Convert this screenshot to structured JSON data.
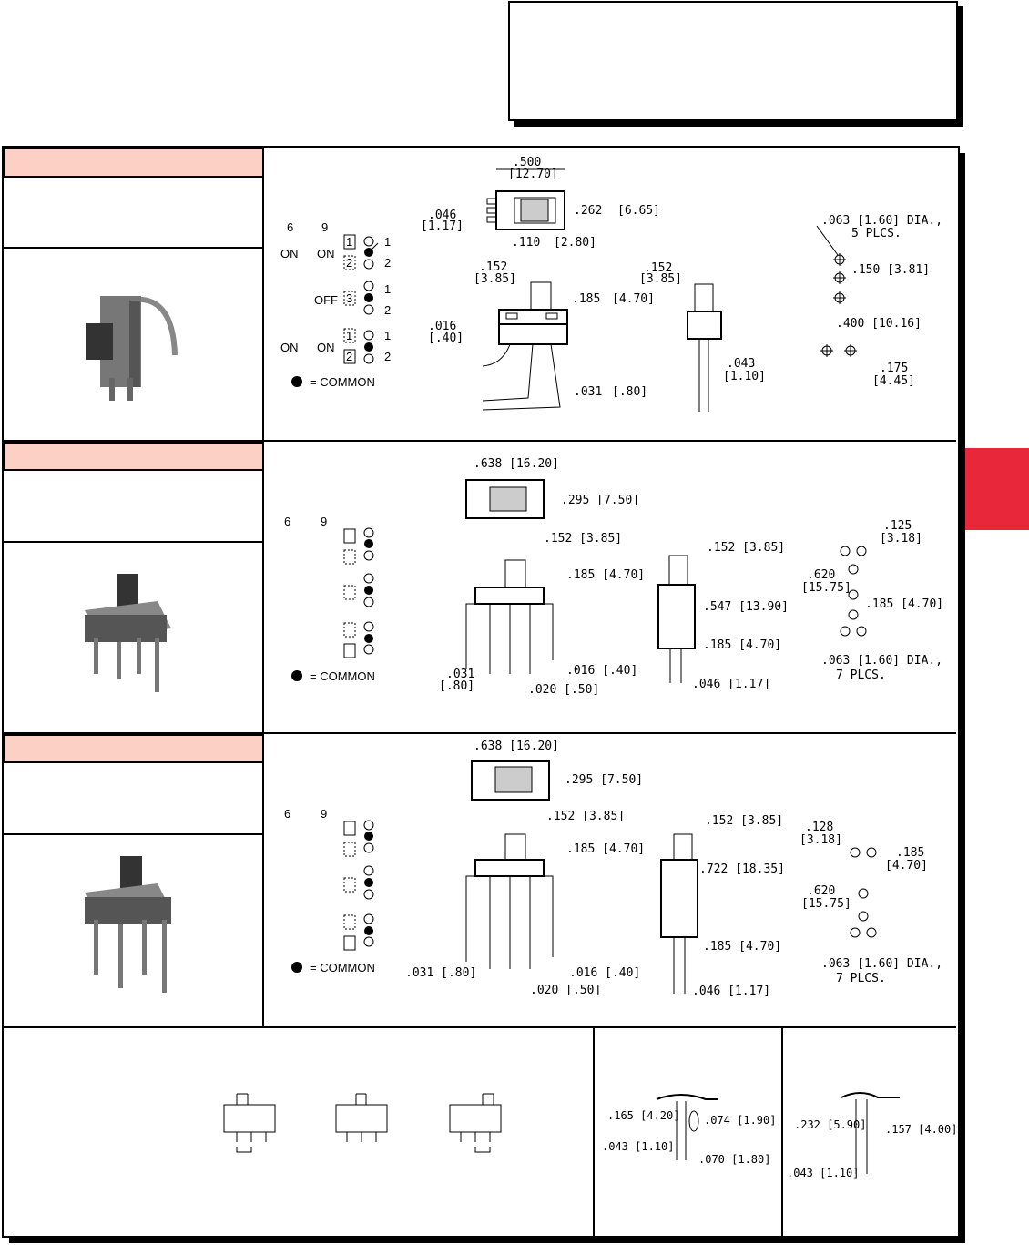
{
  "title_box": {},
  "sections": [
    {
      "schematic": {
        "col6": "6",
        "col9": "9",
        "rows": [
          {
            "a": "ON",
            "b": "ON",
            "box": "1",
            "top": "1",
            "bot": "2",
            "box2": "2"
          },
          {
            "a": "",
            "b": "OFF",
            "box": "3",
            "top": "1",
            "bot": "2"
          },
          {
            "a": "ON",
            "b": "ON",
            "box": "1",
            "top": "1",
            "bot": "2",
            "box2": "2"
          }
        ],
        "legend": "= COMMON"
      },
      "dims": {
        "top_width": ".500",
        "top_width_mm": "[12.70]",
        "left_a": ".046",
        "left_a_mm": "[1.17]",
        "height": ".262",
        "height_mm": "[6.65]",
        "pitch": ".110",
        "pitch_mm": "[2.80]",
        "act_w": ".152",
        "act_w_mm": "[3.85]",
        "act_h": ".185",
        "act_h_mm": "[4.70]",
        "lead": ".016",
        "lead_mm": "[.40]",
        "bend": ".031",
        "bend_mm": "[.80]",
        "side_w": ".152",
        "side_w_mm": "[3.85]",
        "pin": ".043",
        "pin_mm": "[1.10]",
        "hole": ".063 [1.60] DIA.,",
        "hole_n": "5 PLCS.",
        "h1": ".150 [3.81]",
        "h2": ".400 [10.16]",
        "h3": ".175",
        "h3_mm": "[4.45]"
      }
    },
    {
      "schematic": {
        "col6": "6",
        "col9": "9",
        "legend": "= COMMON"
      },
      "dims": {
        "w": ".638 [16.20]",
        "h": ".295 [7.50]",
        "act_w": ".152 [3.85]",
        "act_h": ".185 [4.70]",
        "side_w": ".152 [3.85]",
        "total_h": ".547 [13.90]",
        "leg_h": ".185 [4.70]",
        "lead_a": ".031",
        "lead_a_mm": "[.80]",
        "lead_b": ".020 [.50]",
        "lead_c": ".016 [.40]",
        "pin": ".046 [1.17]",
        "p1": ".125",
        "p1_mm": "[3.18]",
        "p2": ".620",
        "p2_mm": "[15.75]",
        "p3": ".185 [4.70]",
        "hole": ".063 [1.60] DIA.,",
        "hole_n": "7 PLCS."
      }
    },
    {
      "schematic": {
        "col6": "6",
        "col9": "9",
        "legend": "= COMMON"
      },
      "dims": {
        "w": ".638 [16.20]",
        "h": ".295 [7.50]",
        "act_w": ".152 [3.85]",
        "act_h": ".185 [4.70]",
        "side_w": ".152 [3.85]",
        "total_h": ".722 [18.35]",
        "leg_h": ".185 [4.70]",
        "lead_a": ".031 [.80]",
        "lead_b": ".020 [.50]",
        "lead_c": ".016 [.40]",
        "pin": ".046 [1.17]",
        "p1": ".128",
        "p1_mm": "[3.18]",
        "p2": ".620",
        "p2_mm": "[15.75]",
        "p3": ".185",
        "p3_mm": "[4.70]",
        "hole": ".063 [1.60] DIA.,",
        "hole_n": "7 PLCS."
      }
    }
  ],
  "bottom": {
    "term1": {
      "a": ".165 [4.20]",
      "b": ".074 [1.90]",
      "c": ".043 [1.10]",
      "d": ".070 [1.80]"
    },
    "term2": {
      "a": ".232 [5.90]",
      "b": ".157 [4.00]",
      "c": ".043 [1.10]"
    }
  }
}
